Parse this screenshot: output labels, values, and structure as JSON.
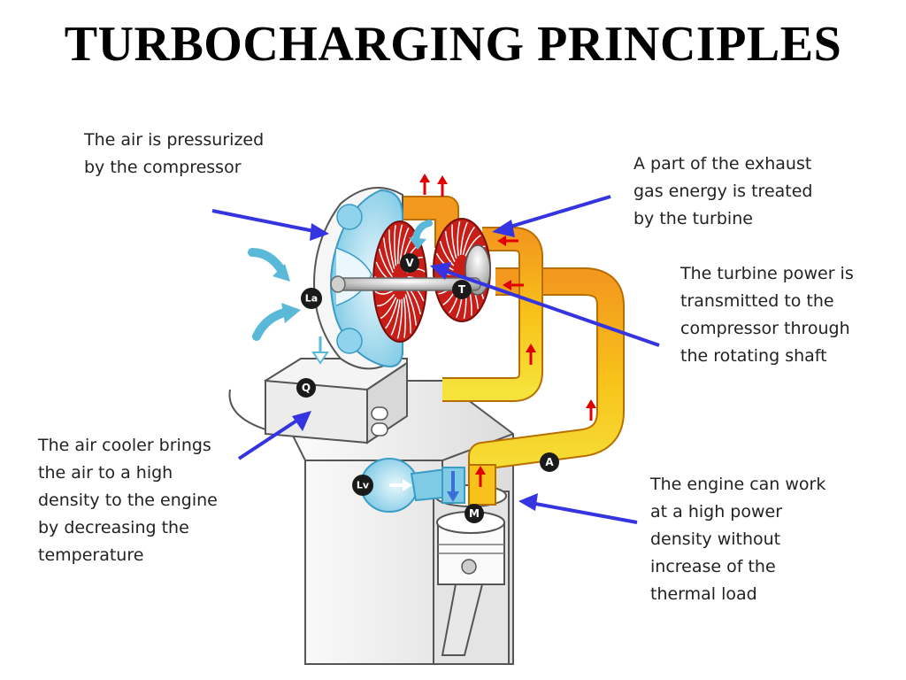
{
  "title": "TURBOCHARGING PRINCIPLES",
  "captions": {
    "compressor": [
      "The air is pressurized",
      "by the compressor"
    ],
    "turbine": [
      "A part of the exhaust",
      "gas energy is treated",
      "by the turbine"
    ],
    "shaft": [
      "The turbine power is",
      "transmitted to the",
      "compressor through",
      "the rotating shaft"
    ],
    "cooler": [
      "The air cooler brings",
      "the air to a high",
      "density to the engine",
      "by decreasing the",
      "temperature"
    ],
    "engine": [
      "The engine can work",
      "at a high power",
      "density without",
      "increase of the",
      "thermal load"
    ]
  },
  "markers": {
    "la": "La",
    "v": "V",
    "t": "T",
    "q": "Q",
    "lv": "Lv",
    "m": "M",
    "a": "A"
  },
  "colors": {
    "pointer_arrow": "#3434e0",
    "intake_air": "#5ab8d8",
    "compressor_body": "#a8ddf0",
    "turbine_wheel": "#e02820",
    "exhaust_pipe": "#f5b800",
    "flow_arrow": "#e00000",
    "engine_body": "#f2f2f2",
    "marker": "#1a1a1a"
  }
}
